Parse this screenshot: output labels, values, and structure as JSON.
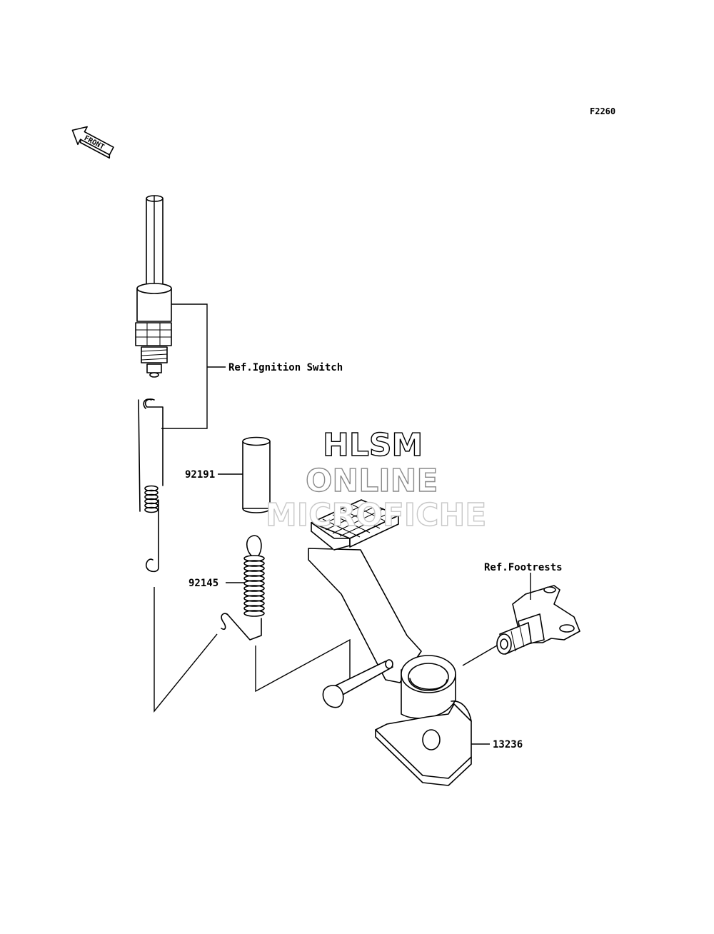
{
  "figure_code": "F2260",
  "front_label": "FRONT",
  "parts": [
    {
      "id": "ignition-switch",
      "label": "Ref.Ignition Switch"
    },
    {
      "id": "collar",
      "label": "92191"
    },
    {
      "id": "spring",
      "label": "92145"
    },
    {
      "id": "footrests",
      "label": "Ref.Footrests"
    },
    {
      "id": "brake-pedal",
      "label": "13236"
    }
  ],
  "watermark": {
    "line1": "HLSM",
    "line2": "ONLINE",
    "line3": "MICROFICHE",
    "color": "#9a9a9a"
  }
}
